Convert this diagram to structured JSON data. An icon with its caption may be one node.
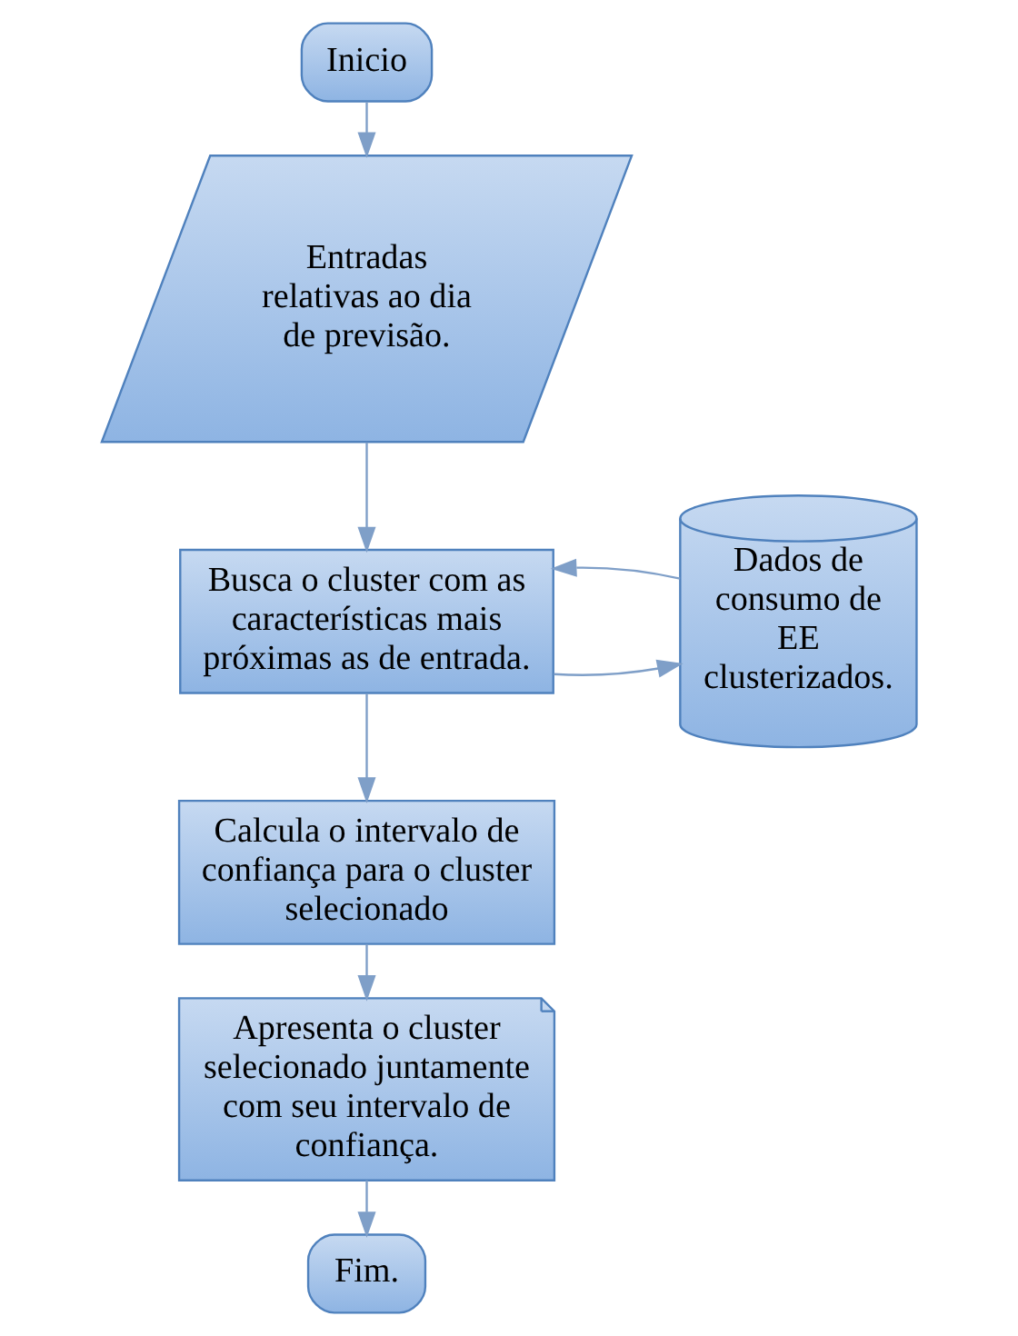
{
  "diagram": {
    "nodes": [
      {
        "text": [
          "Inicio"
        ]
      },
      {
        "text": [
          "Entradas relativas ao dia de previsão."
        ]
      },
      {
        "text": [
          "Busca o cluster com as características mais próximas as de entrada."
        ]
      },
      {
        "text": [
          "Dados de consumo de EE clusterizados."
        ]
      },
      {
        "text": [
          "Calcula o intervalo de confiança para o cluster selecionado"
        ]
      },
      {
        "text": [
          "Apresenta o cluster selecionado juntamente com seu intervalo de confiança."
        ]
      },
      {
        "text": [
          "Fim."
        ]
      }
    ],
    "edges": [
      {
        "from": 0,
        "to": 1,
        "arrow": "to"
      },
      {
        "from": 1,
        "to": 2,
        "arrow": "to"
      },
      {
        "from": 2,
        "to": 3,
        "arrow": "to"
      },
      {
        "from": 3,
        "to": 2,
        "arrow": "to"
      },
      {
        "from": 2,
        "to": 4,
        "arrow": "to"
      },
      {
        "from": 4,
        "to": 5,
        "arrow": "to"
      },
      {
        "from": 5,
        "to": 6,
        "arrow": "to"
      }
    ]
  }
}
